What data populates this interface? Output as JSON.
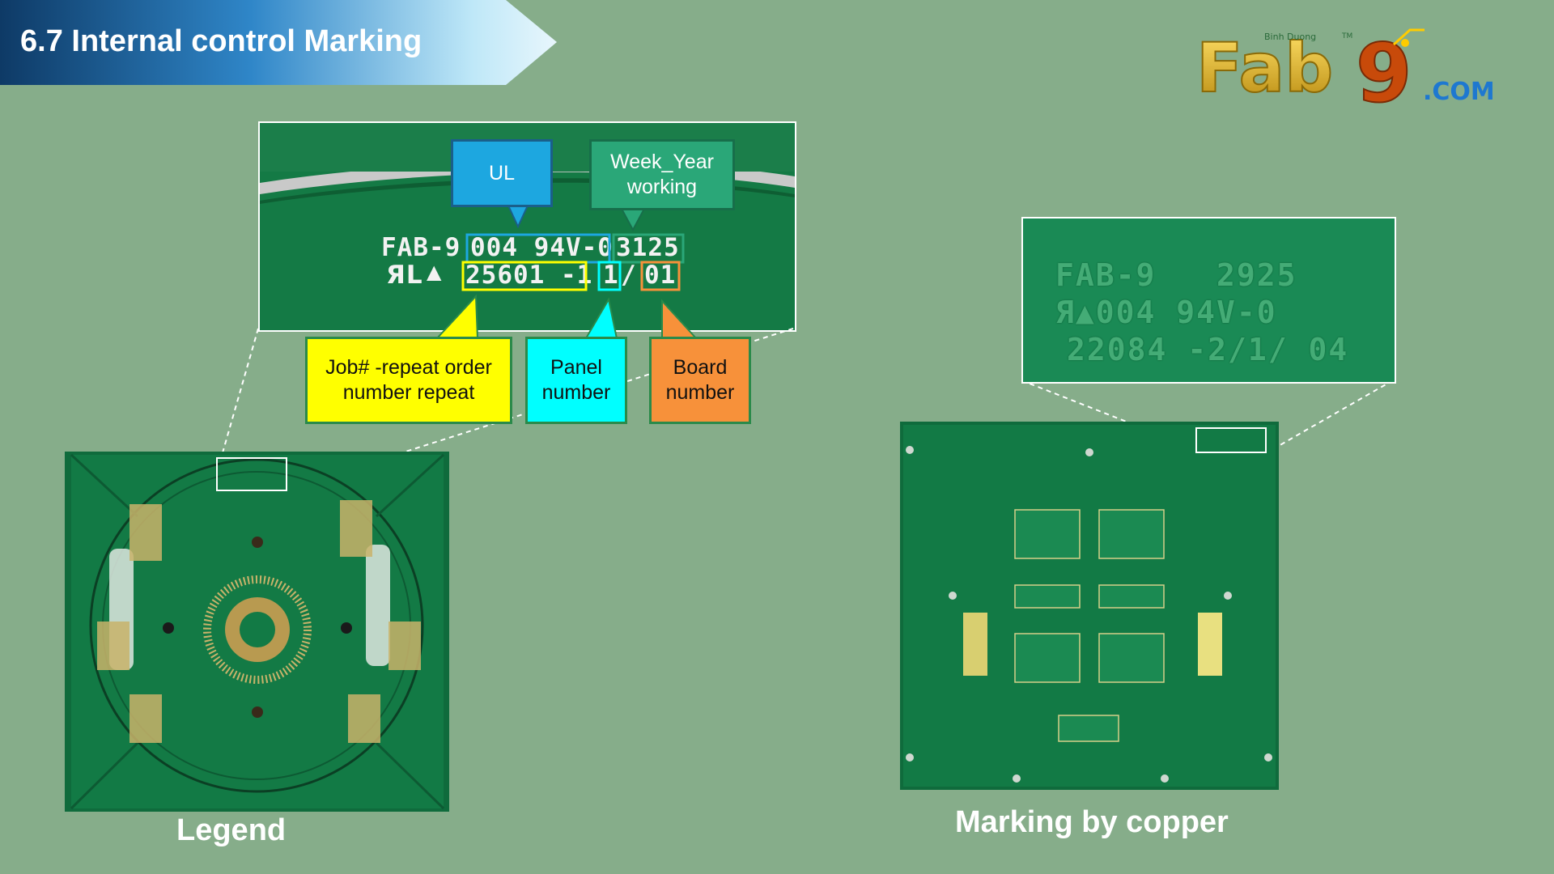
{
  "slide": {
    "title": "6.7 Internal control Marking",
    "logo": {
      "brand": "Fab9",
      "suffix": ".COM",
      "tagline": "Binh Duong",
      "trademark": "TM"
    }
  },
  "legend_zoom": {
    "line1": {
      "prefix": "FAB-9",
      "ul_code": "004 94V-0",
      "week_year": "3125"
    },
    "line2": {
      "job": "25601 -1",
      "panel": "1",
      "board": "01",
      "ul_mark": "ЯL",
      "triangle": "▲"
    }
  },
  "callouts": {
    "ul": "UL",
    "week_year": "Week_Year working",
    "job": "Job# -repeat order number repeat",
    "panel": "Panel number",
    "board": "Board number"
  },
  "copper_zoom": {
    "line1": "FAB-9   2925",
    "line2": "Я▲004 94V-0",
    "line3": "22084 -2/1/ 04"
  },
  "captions": {
    "legend": "Legend",
    "copper": "Marking by copper"
  },
  "colors": {
    "background": "#86ad8a",
    "banner_start": "#0e3a66",
    "banner_end": "#e8f6fc",
    "pcb_green": "#137a45",
    "ul_box": "#1da7e0",
    "week_box": "#2aa778",
    "job_box": "#ffff00",
    "panel_box": "#00ffff",
    "board_box": "#f7913a"
  }
}
